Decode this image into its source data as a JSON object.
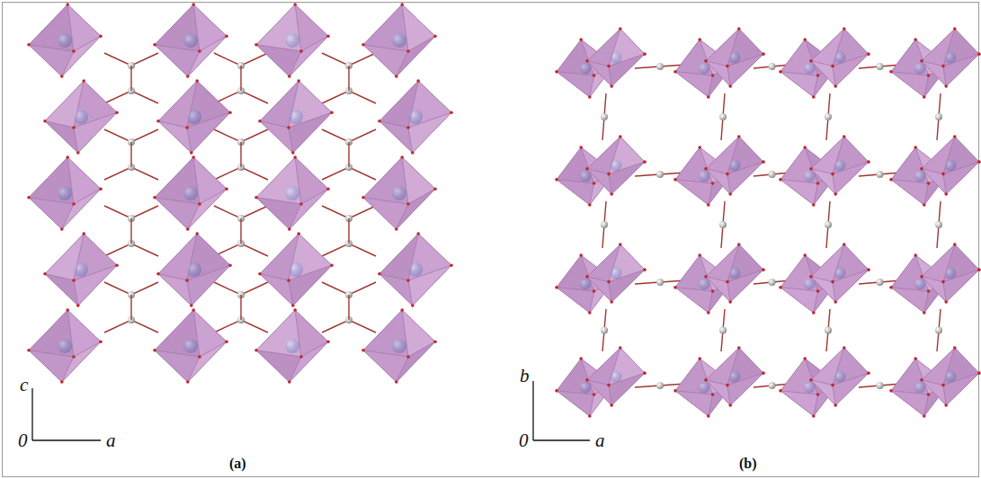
{
  "diagram": {
    "labels": [
      "c",
      "0",
      "a",
      "(a)",
      "b",
      "0",
      "a",
      "(b)"
    ]
  }
}
